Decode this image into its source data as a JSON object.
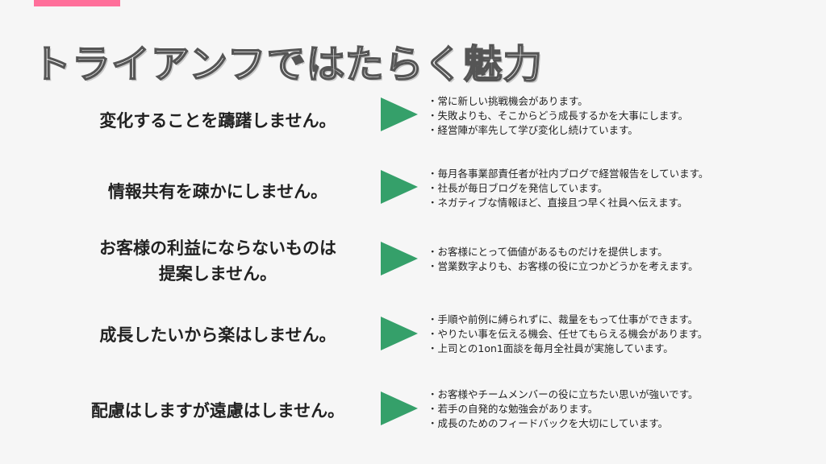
{
  "title": "トライアンフではたらく魅力",
  "items": [
    {
      "heading_lines": [
        "変化することを躊躇しません。"
      ],
      "bullets": [
        "・常に新しい挑戦機会があります。",
        "・失敗よりも、そこからどう成長するかを大事にします。",
        "・経営陣が率先して学び変化し続けています。"
      ]
    },
    {
      "heading_lines": [
        "情報共有を疎かにしません。"
      ],
      "bullets": [
        "・毎月各事業部責任者が社内ブログで経営報告をしています。",
        "・社長が毎日ブログを発信しています。",
        "・ネガティブな情報ほど、直接且つ早く社員へ伝えます。"
      ]
    },
    {
      "heading_lines": [
        "お客様の利益にならないものは",
        "提案しません。"
      ],
      "bullets": [
        "・お客様にとって価値があるものだけを提供します。",
        "・営業数字よりも、お客様の役に立つかどうかを考えます。"
      ]
    },
    {
      "heading_lines": [
        "成長したいから楽はしません。"
      ],
      "bullets": [
        "・手順や前例に縛られずに、裁量をもって仕事ができます。",
        "・やりたい事を伝える機会、任せてもらえる機会があります。",
        "・上司との1on1面談を毎月全社員が実施しています。"
      ]
    },
    {
      "heading_lines": [
        "配慮はしますが遠慮はしません。"
      ],
      "bullets": [
        "・お客様やチームメンバーの役に立ちたい思いが強いです。",
        "・若手の自発的な勉強会があります。",
        "・成長のためのフィードバックを大切にしています。"
      ]
    }
  ],
  "colors": {
    "accent": "#ff6f9a",
    "arrow": "#35a06a"
  }
}
